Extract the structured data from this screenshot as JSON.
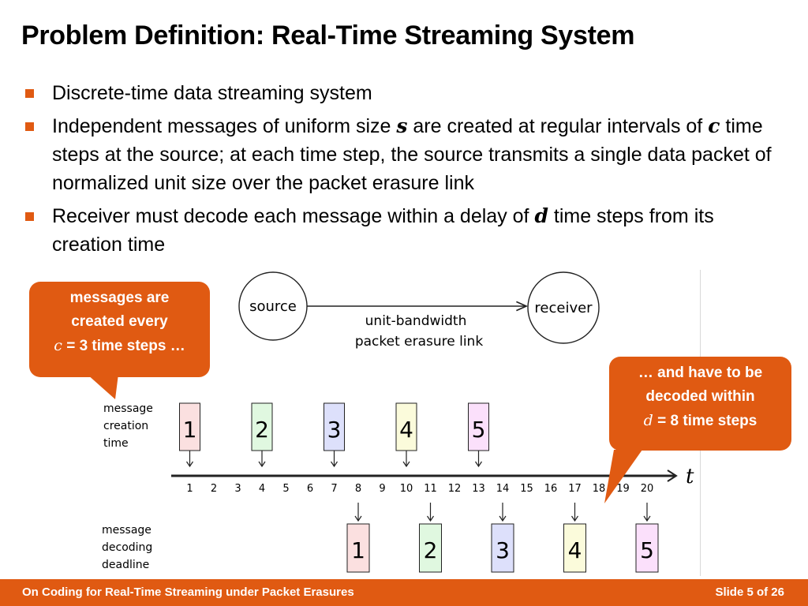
{
  "slide": {
    "title": "Problem Definition: Real-Time Streaming System",
    "bullets": [
      {
        "parts": [
          "Discrete-time data streaming system"
        ]
      },
      {
        "parts": [
          "Independent messages of uniform size ",
          "s",
          " are created at regular intervals of ",
          "c",
          " time steps at the source; at each time step, the source transmits a single data packet of normalized unit size over the packet erasure link"
        ]
      },
      {
        "parts": [
          "Receiver must decode each message within a delay of ",
          "d",
          " time steps from its creation time"
        ]
      }
    ]
  },
  "diagram": {
    "source_label": "source",
    "receiver_label": "receiver",
    "link_label_line1": "unit-bandwidth",
    "link_label_line2": "packet erasure link",
    "creation_label": [
      "message",
      "creation",
      "time"
    ],
    "deadline_label": [
      "message",
      "decoding",
      "deadline"
    ],
    "axis_symbol": "t",
    "ticks": [
      "1",
      "2",
      "3",
      "4",
      "5",
      "6",
      "7",
      "8",
      "9",
      "10",
      "11",
      "12",
      "13",
      "14",
      "15",
      "16",
      "17",
      "18",
      "19",
      "20"
    ],
    "messages": [
      {
        "label": "1",
        "created": 1,
        "deadline": 8,
        "fill": "#fbe0e0"
      },
      {
        "label": "2",
        "created": 4,
        "deadline": 11,
        "fill": "#e0f8e0"
      },
      {
        "label": "3",
        "created": 7,
        "deadline": 14,
        "fill": "#dde0fb"
      },
      {
        "label": "4",
        "created": 10,
        "deadline": 17,
        "fill": "#fbfbdb"
      },
      {
        "label": "5",
        "created": 13,
        "deadline": 20,
        "fill": "#fbe0fb"
      }
    ]
  },
  "callouts": {
    "left": {
      "line1": "messages are",
      "line2": "created every",
      "var": "c",
      "rest": " = 3 time steps …"
    },
    "right": {
      "line1": "… and have to be",
      "line2": "decoded within",
      "var": "d",
      "rest": " = 8 time steps"
    }
  },
  "footer": {
    "left": "On Coding for Real-Time Streaming under Packet Erasures",
    "right": "Slide 5 of 26"
  },
  "colors": {
    "accent": "#e05a12",
    "text": "#000000",
    "background": "#ffffff"
  }
}
